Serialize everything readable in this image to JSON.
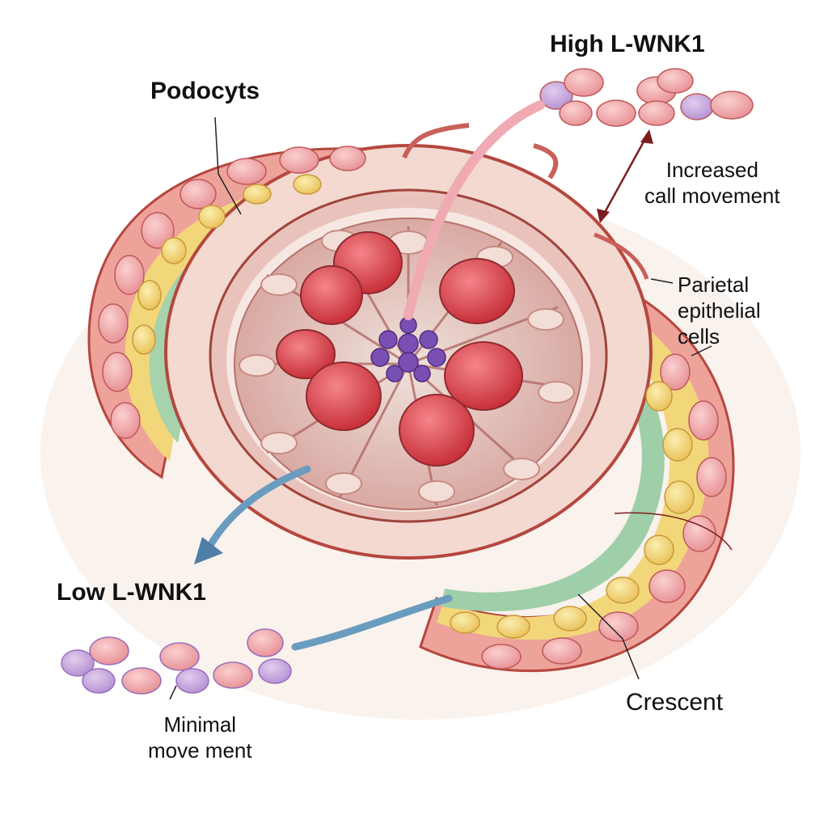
{
  "labels": {
    "podocytes": "Podocyts",
    "high_wnk1": "High L-WNK1",
    "low_wnk1": "Low L-WNK1",
    "increased_line1": "Increased",
    "increased_line2": "call movement",
    "parietal_line1": "Parietal",
    "parietal_line2": "epithelial",
    "parietal_line3": "cells",
    "minimal_line1": "Minimal",
    "minimal_line2": "move  ment",
    "crescent": "Crescent"
  },
  "colors": {
    "capsule_outer": "#e9a59a",
    "capsule_wall": "#f3d9d0",
    "cell_pink": "#f2a3a3",
    "cell_yellow": "#f3d779",
    "cell_green": "#9fcfa8",
    "podocyte_red": "#e0525a",
    "center_purple": "#7a4fb3",
    "arrow_pink": "#f0aab2",
    "arrow_blue": "#6a9cc0",
    "arrow_dark": "#7a1e1e"
  }
}
